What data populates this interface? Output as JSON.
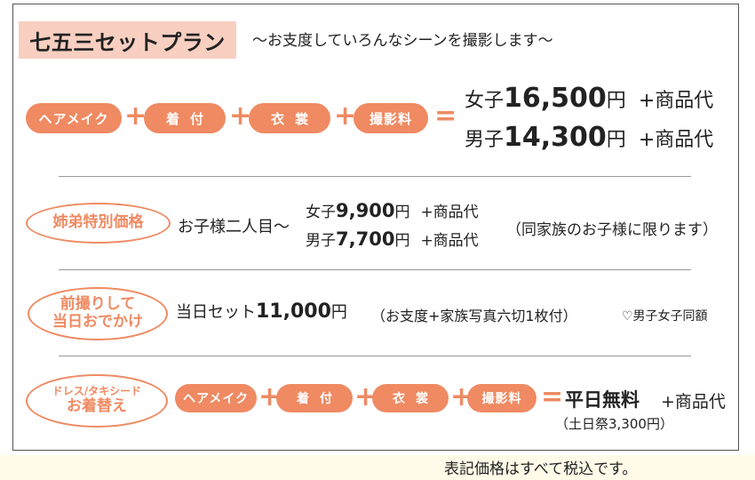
{
  "title": "七五三セットプラン",
  "subtitle": "〜お支度していろんなシーンを撮影します〜",
  "plan": {
    "pills": [
      "ヘアメイク",
      "着付",
      "衣裳",
      "撮影料"
    ],
    "plus": "+",
    "equals": "=",
    "girl": {
      "label": "女子",
      "amount": "16,500",
      "yen": "円",
      "extra": "+商品代"
    },
    "boy": {
      "label": "男子",
      "amount": "14,300",
      "yen": "円",
      "extra": "+商品代"
    }
  },
  "sibling": {
    "badge": "姉弟特別価格",
    "desc": "お子様二人目〜",
    "girl": {
      "label": "女子",
      "amount": "9,900",
      "yen": "円",
      "extra": "+商品代"
    },
    "boy": {
      "label": "男子",
      "amount": "7,700",
      "yen": "円",
      "extra": "+商品代"
    },
    "note": "（同家族のお子様に限ります）"
  },
  "pre": {
    "badge_line1": "前撮りして",
    "badge_line2": "当日おでかけ",
    "desc": "当日セット",
    "amount": "11,000",
    "yen": "円",
    "note": "（お支度+家族写真六切1枚付）",
    "note2": "♡男子女子同額"
  },
  "dress": {
    "badge_line1": "ドレス/タキシード",
    "badge_line2": "お着替え",
    "pills": [
      "ヘアメイク",
      "着付",
      "衣裳",
      "撮影料"
    ],
    "plus": "+",
    "equals": "=",
    "result": "平日無料",
    "extra": "+商品代",
    "weekend": "（土日祭3,300円）"
  },
  "footnote": "表記価格はすべて税込です。",
  "colors": {
    "accent": "#ef8a62",
    "title_bg": "#f8cfc0",
    "bottom_band": "#fffbe8"
  }
}
